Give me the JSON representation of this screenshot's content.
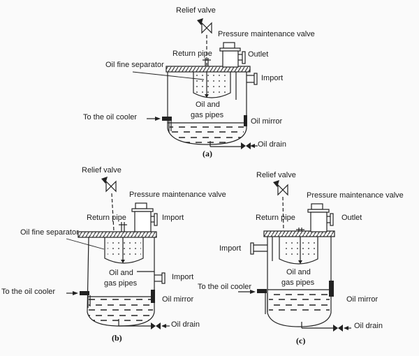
{
  "colors": {
    "ink": "#222222",
    "background": "#fafafa"
  },
  "diagrams": {
    "a": {
      "caption": "(a)",
      "labels": {
        "relief_valve": "Relief valve",
        "pressure_maintenance_valve": "Pressure maintenance valve",
        "return_pipe": "Return pipe",
        "outlet": "Outlet",
        "oil_fine_separator": "Oil fine separator",
        "import": "Import",
        "oil_and_gas_pipes_line1": "Oil and",
        "oil_and_gas_pipes_line2": "gas pipes",
        "to_the_oil_cooler": "To the oil cooler",
        "oil_mirror": "Oil mirror",
        "oil_drain": "Oil drain"
      }
    },
    "b": {
      "caption": "(b)",
      "labels": {
        "relief_valve": "Relief valve",
        "pressure_maintenance_valve": "Pressure maintenance valve",
        "return_pipe": "Return pipe",
        "import_top": "Import",
        "oil_fine_separator": "Oil fine separator",
        "import_side": "Import",
        "oil_and_gas_pipes_line1": "Oil and",
        "oil_and_gas_pipes_line2": "gas pipes",
        "to_the_oil_cooler": "To the oil cooler",
        "oil_mirror": "Oil mirror",
        "oil_drain": "Oil drain"
      }
    },
    "c": {
      "caption": "(c)",
      "labels": {
        "relief_valve": "Relief valve",
        "pressure_maintenance_valve": "Pressure maintenance valve",
        "return_pipe": "Return pipe",
        "outlet": "Outlet",
        "import": "Import",
        "oil_and_gas_pipes_line1": "Oil and",
        "oil_and_gas_pipes_line2": "gas pipes",
        "to_the_oil_cooler": "To the oil cooler",
        "oil_mirror": "Oil mirror",
        "oil_drain": "Oil drain"
      }
    }
  }
}
